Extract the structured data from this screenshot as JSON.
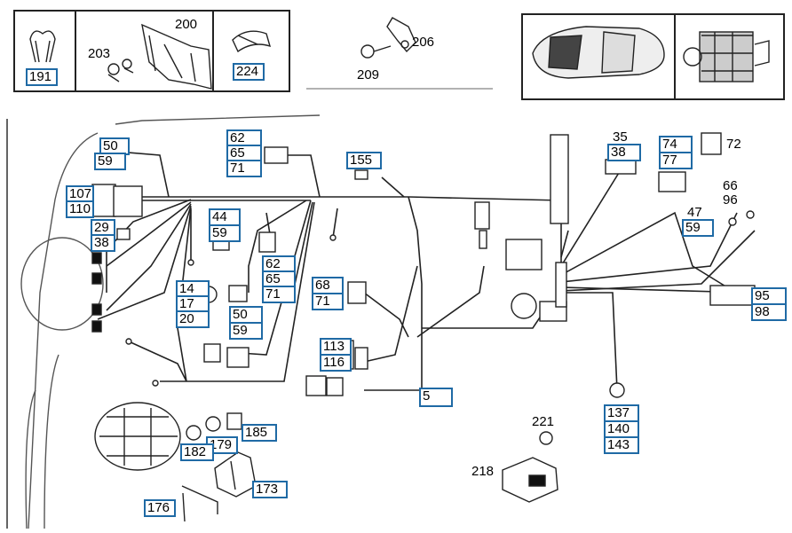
{
  "accent": "#1f6aa5",
  "line_color": "#222222",
  "parts": {
    "p191": "191",
    "p200": "200",
    "p203": "203",
    "p224": "224",
    "p206": "206",
    "p209": "209",
    "p50a": "50",
    "p59a": "59",
    "p62a": "62",
    "p65a": "65",
    "p71a": "71",
    "p155": "155",
    "p35": "35",
    "p38a": "38",
    "p74": "74",
    "p77": "77",
    "p72": "72",
    "p107": "107",
    "p110": "110",
    "p44": "44",
    "p59b": "59",
    "p66": "66",
    "p96": "96",
    "p47": "47",
    "p59c": "59",
    "p29": "29",
    "p38b": "38",
    "p62b": "62",
    "p65b": "65",
    "p71b": "71",
    "p14": "14",
    "p17": "17",
    "p20": "20",
    "p68": "68",
    "p71c": "71",
    "p50b": "50",
    "p59d": "59",
    "p95": "95",
    "p98": "98",
    "p113": "113",
    "p116": "116",
    "p5": "5",
    "p137": "137",
    "p140": "140",
    "p143": "143",
    "p221": "221",
    "p185": "185",
    "p179": "179",
    "p182": "182",
    "p173": "173",
    "p218": "218",
    "p176": "176"
  }
}
